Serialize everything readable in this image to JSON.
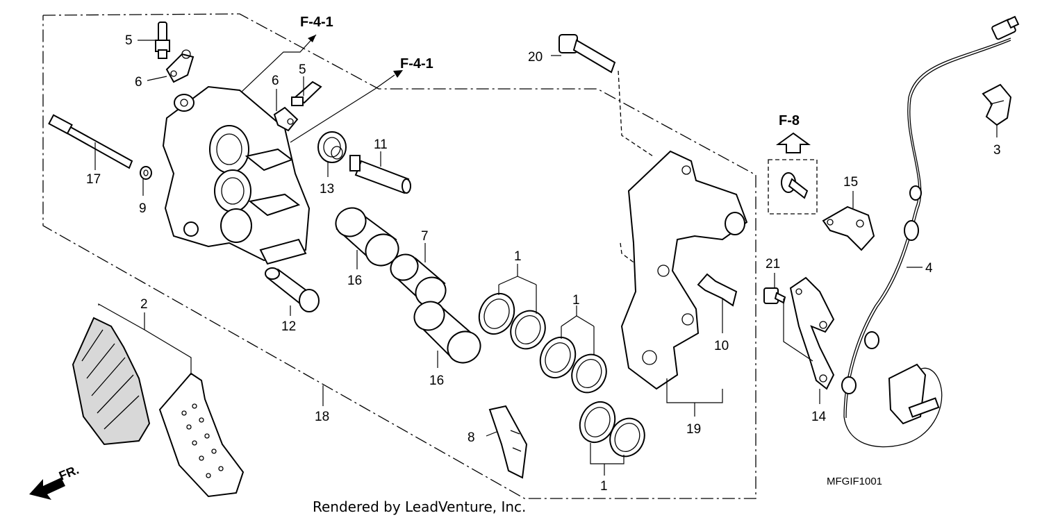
{
  "diagram": {
    "ref_labels": [
      "F-4-1",
      "F-4-1",
      "F-8"
    ],
    "part_labels": [
      "5",
      "6",
      "6",
      "5",
      "17",
      "9",
      "13",
      "11",
      "20",
      "16",
      "7",
      "16",
      "1",
      "1",
      "1",
      "12",
      "2",
      "8",
      "18",
      "19",
      "10",
      "15",
      "21",
      "4",
      "3",
      "14"
    ],
    "drawing_code": "MFGIF1001",
    "credit": "Rendered by LeadVenture, Inc.",
    "front_label": "FR."
  },
  "colors": {
    "ink": "#000000",
    "paper": "#ffffff",
    "pad_fill": "#d8d8d8"
  },
  "icons": [
    "front-direction-arrow-icon",
    "hollow-up-arrow-icon"
  ]
}
